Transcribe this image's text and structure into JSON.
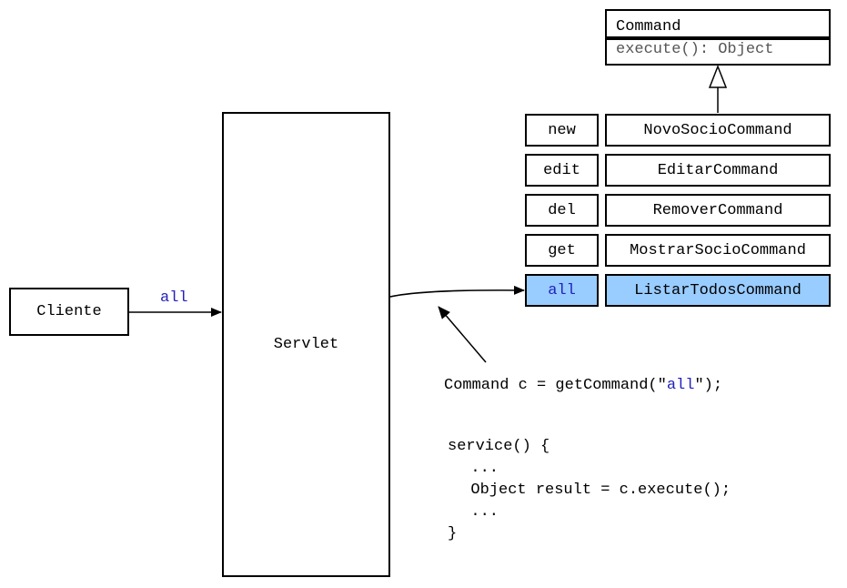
{
  "client": {
    "label": "Cliente"
  },
  "request": {
    "label": "all"
  },
  "servlet": {
    "label": "Servlet"
  },
  "command_class": {
    "name": "Command",
    "method": "execute(): Object"
  },
  "command_map": [
    {
      "key": "new",
      "command": "NovoSocioCommand",
      "highlighted": false
    },
    {
      "key": "edit",
      "command": "EditarCommand",
      "highlighted": false
    },
    {
      "key": "del",
      "command": "RemoverCommand",
      "highlighted": false
    },
    {
      "key": "get",
      "command": "MostrarSocioCommand",
      "highlighted": false
    },
    {
      "key": "all",
      "command": "ListarTodosCommand",
      "highlighted": true
    }
  ],
  "code": {
    "lookup_prefix": "Command c = getCommand(\"",
    "lookup_arg": "all",
    "lookup_suffix": "\");",
    "service_lines": [
      "service() {",
      "  ...",
      "  Object result = c.execute();",
      "  ...",
      "}"
    ]
  },
  "colors": {
    "highlight": "#99ccff",
    "keyword_blue": "#2222bb"
  }
}
